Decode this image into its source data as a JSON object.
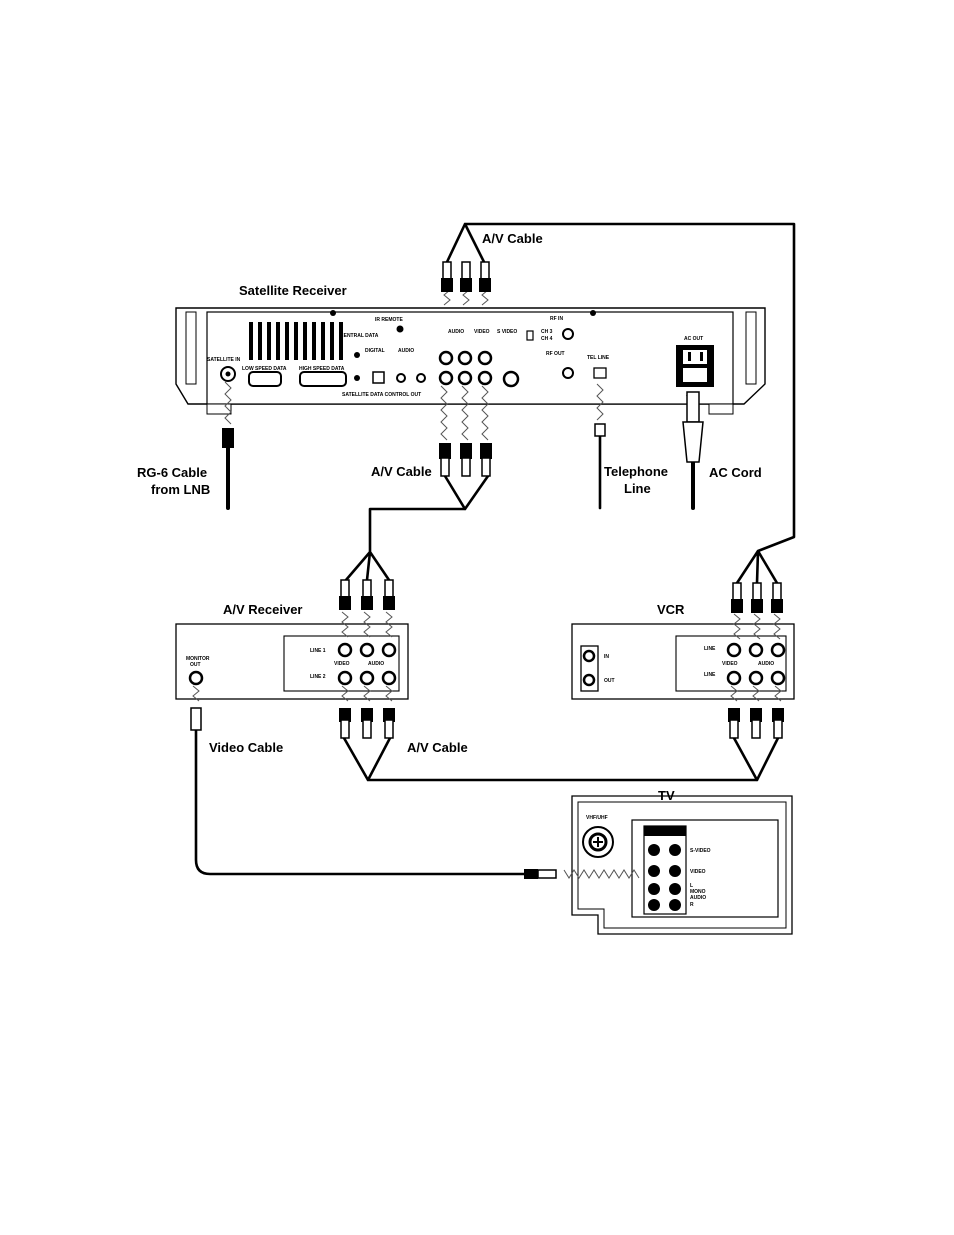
{
  "labels": {
    "av_cable_top": "A/V Cable",
    "satellite_receiver": "Satellite Receiver",
    "rg6_line1": "RG-6 Cable",
    "rg6_line2": "from LNB",
    "av_cable_mid": "A/V Cable",
    "telephone_line1": "Telephone",
    "telephone_line2": "Line",
    "ac_cord": "AC Cord",
    "av_receiver": "A/V Receiver",
    "vcr": "VCR",
    "video_cable": "Video Cable",
    "av_cable_bottom": "A/V Cable",
    "tv": "TV"
  }
}
